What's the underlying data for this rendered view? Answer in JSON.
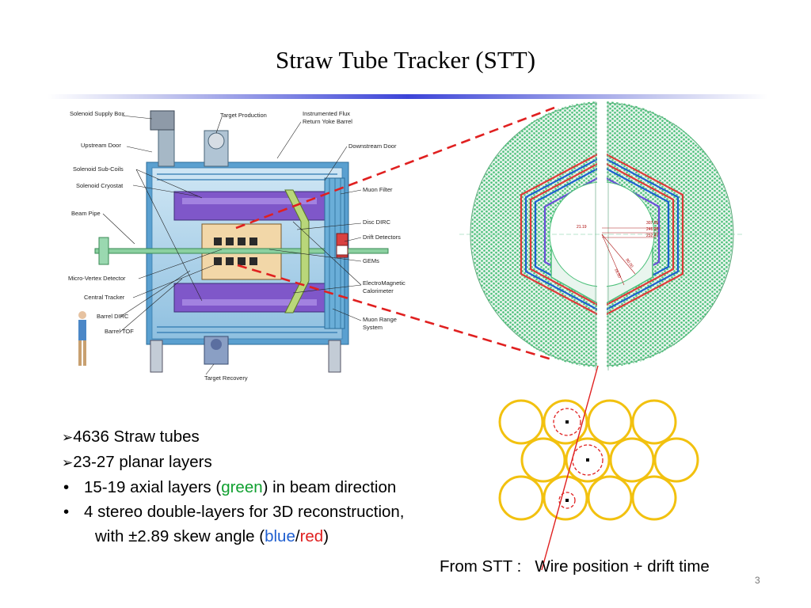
{
  "slide": {
    "title": "Straw Tube Tracker (STT)",
    "page_number": "3"
  },
  "detector": {
    "labels_left": [
      "Solenoid Supply Box",
      "Upstream Door",
      "Solenoid Sub-Coils",
      "Solenoid Cryostat",
      "Beam Pipe",
      "Micro-Vertex Detector",
      "Central Tracker",
      "Barrel DIRC",
      "Barrel TOF"
    ],
    "labels_top": [
      "Target Production",
      "Instrumented Flux",
      "Return Yoke Barrel"
    ],
    "labels_right": [
      "Downstream Door",
      "Muon Filter",
      "Disc DIRC",
      "Drift Detectors",
      "GEMs",
      "ElectroMagnetic",
      "Calorimeter",
      "Muon Range",
      "System"
    ],
    "labels_bottom": [
      "Target Recovery"
    ]
  },
  "ring": {
    "dimensions": [
      "21.19",
      "307.65",
      "246.26",
      "232.47",
      "80.00",
      "16.50"
    ]
  },
  "bullets": [
    {
      "marker": "arrow",
      "parts": [
        {
          "text": "4636 Straw tubes"
        }
      ]
    },
    {
      "marker": "arrow",
      "parts": [
        {
          "text": "23-27 planar layers"
        }
      ]
    },
    {
      "marker": "dot",
      "parts": [
        {
          "text": "15-19 axial layers ("
        },
        {
          "text": "green",
          "color": "green"
        },
        {
          "text": ") in beam direction"
        }
      ]
    },
    {
      "marker": "dot",
      "parts": [
        {
          "text": "4 stereo double-layers for 3D reconstruction,"
        }
      ]
    },
    {
      "marker": "none",
      "parts": [
        {
          "text": "with ±2.89 skew angle ("
        },
        {
          "text": "blue",
          "color": "blue"
        },
        {
          "text": "/"
        },
        {
          "text": "red",
          "color": "red"
        },
        {
          "text": ")"
        }
      ]
    }
  ],
  "footer": "From STT :   Wire position + drift time",
  "colors": {
    "axial": "#10a030",
    "stereo_blue": "#1f5fd0",
    "stereo_red": "#e02020",
    "tube": "#f2c10f",
    "accent_rule": "#3c44d8"
  }
}
